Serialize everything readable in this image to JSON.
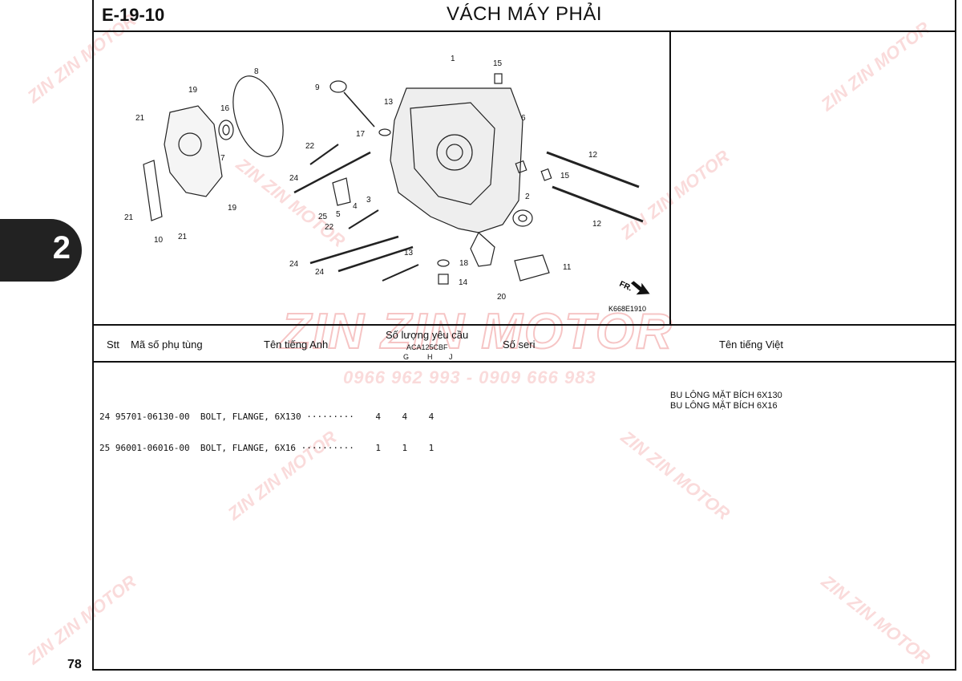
{
  "header": {
    "code": "E-19-10",
    "title": "VÁCH MÁY PHẢI"
  },
  "diagram": {
    "ref_code": "K668E1910",
    "fr_label": "FR.",
    "callouts": [
      "1",
      "2",
      "3",
      "4",
      "5",
      "6",
      "7",
      "8",
      "9",
      "10",
      "11",
      "12",
      "12",
      "13",
      "13",
      "14",
      "15",
      "15",
      "16",
      "17",
      "18",
      "19",
      "19",
      "20",
      "21",
      "21",
      "21",
      "22",
      "22",
      "24",
      "24",
      "24",
      "25"
    ]
  },
  "table": {
    "cols": {
      "stt": "Stt",
      "part_no": "Mã số phụ tùng",
      "name_en": "Tên tiếng Anh",
      "qty": "Số lượng yêu cầu",
      "model": "ACA125CBF",
      "g": "G",
      "h": "H",
      "j": "J",
      "serial": "Số seri",
      "name_vi": "Tên tiếng Việt"
    },
    "rows": [
      {
        "line": "24 95701-06130-00  BOLT, FLANGE, 6X130 ·········    4    4    4",
        "vi": "BU LÔNG MẶT BÍCH 6X130"
      },
      {
        "line": "25 96001-06016-00  BOLT, FLANGE, 6X16 ··········    1    1    1",
        "vi": "BU LÔNG MẶT BÍCH 6X16"
      }
    ]
  },
  "section_tab": "2",
  "page_number": "78",
  "watermark": {
    "brand": "ZIN ZIN MOTOR",
    "phone": "0966 962 993 - 0909 666 983"
  }
}
